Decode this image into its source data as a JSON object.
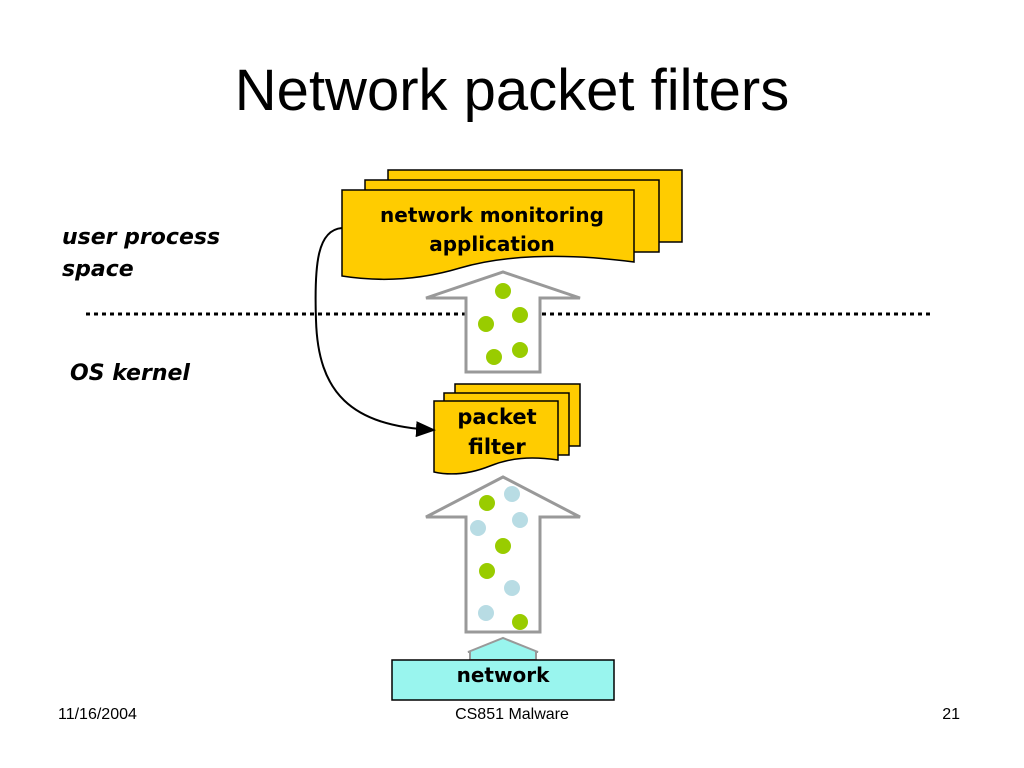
{
  "slide": {
    "title": "Network packet filters",
    "labels": {
      "user_process_line1": "user process",
      "user_process_line2": "space",
      "os_kernel": "OS kernel"
    },
    "boxes": {
      "app_line1": "network monitoring",
      "app_line2": "application",
      "filter_line1": "packet",
      "filter_line2": "filter",
      "network": "network"
    },
    "footer": {
      "date": "11/16/2004",
      "course": "CS851 Malware",
      "page": "21"
    }
  },
  "colors": {
    "box_fill": "#FFCC00",
    "network_fill": "#99F5EE",
    "packet_green": "#99CC00",
    "packet_blue": "#B8DCE4",
    "arrow_stroke": "#999999"
  }
}
